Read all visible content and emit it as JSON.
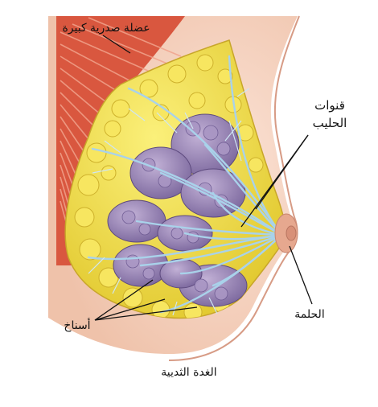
{
  "labels": {
    "pectoral_muscle": "عضلة صدرية كبيرة",
    "milk_ducts": "قنوات الحليب",
    "nipple": "الحلمة",
    "lobules": "أسناخ"
  },
  "caption": "الغدة الثديية",
  "colors": {
    "skin": "#f4d2bf",
    "skin_shadow": "#e7b49d",
    "muscle": "#d9573f",
    "muscle_stripe": "#f1a38c",
    "fat": "#f3e34d",
    "fat_shadow": "#d8bf2a",
    "lobule": "#9c86b8",
    "lobule_shadow": "#6f5a8f",
    "duct": "#9ec9e4",
    "leader_line": "#111111"
  }
}
